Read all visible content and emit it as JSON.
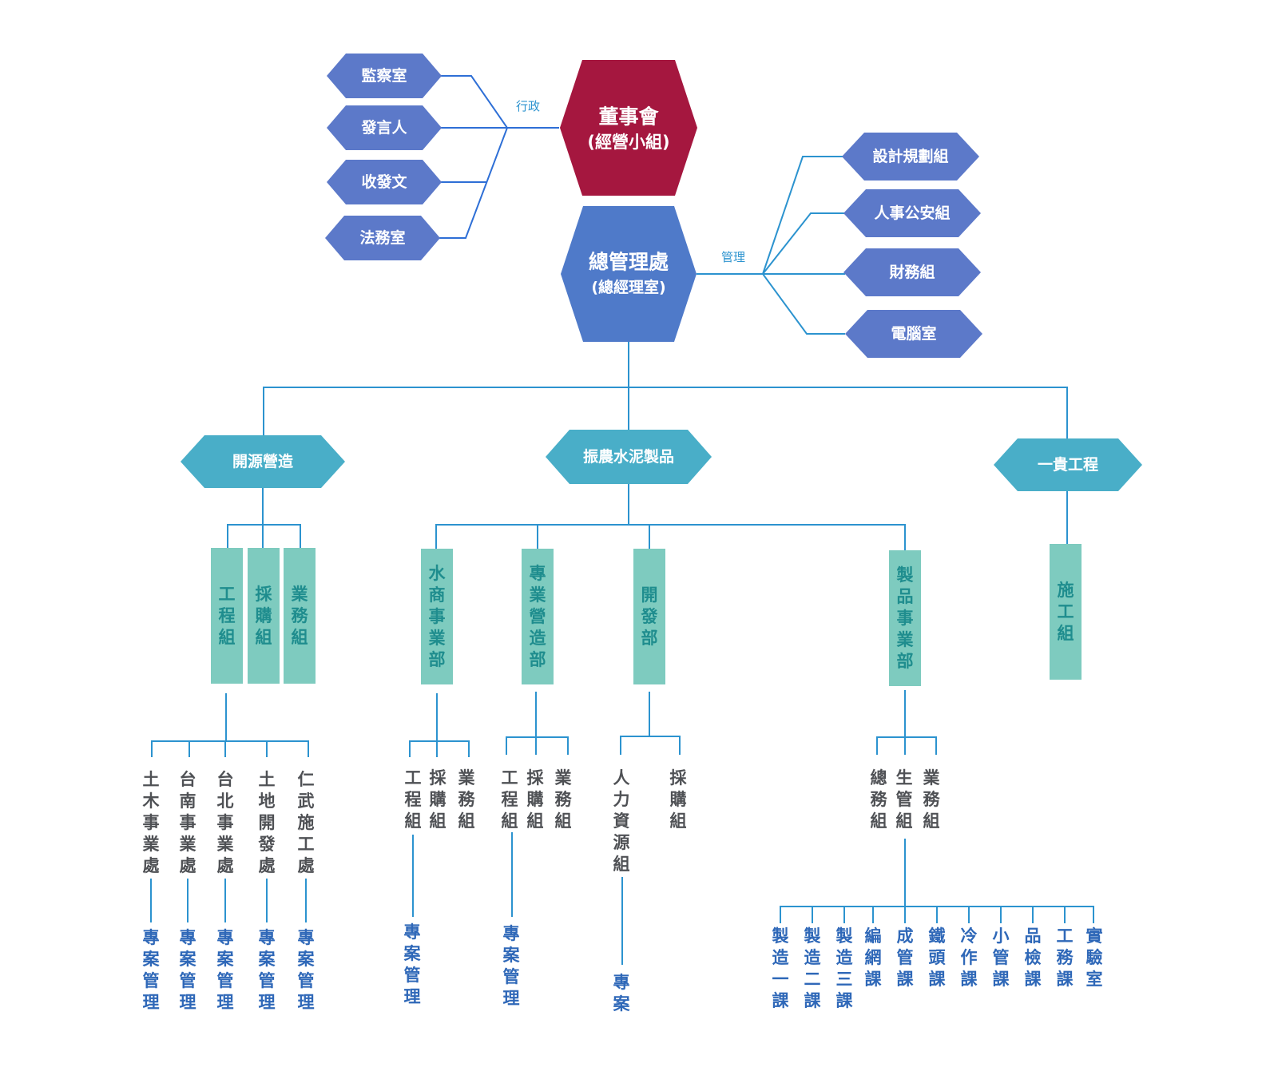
{
  "colors": {
    "board": "#a5173f",
    "mgmt": "#4f7ac9",
    "side": "#5c79c9",
    "company": "#49aec8",
    "dept": "#7ecbbf",
    "line": "#2c93cf",
    "line_left": "#2e6fd6",
    "text_gray": "#4f5155",
    "text_blue": "#2f68b8",
    "text_teal": "#1f8d8e"
  },
  "board": {
    "title": "董事會",
    "sub": "(經營小組)"
  },
  "management": {
    "title": "總管理處",
    "sub": "(總經理室)"
  },
  "connector_labels": {
    "admin": "行政",
    "manage": "管理"
  },
  "admin_units": [
    "監察室",
    "發言人",
    "收發文",
    "法務室"
  ],
  "manage_units": [
    "設計規劃組",
    "人事公安組",
    "財務組",
    "電腦室"
  ],
  "companies": [
    "開源營造",
    "振農水泥製品",
    "一貴工程"
  ],
  "departments": {
    "kaiyuan": [
      "工程組",
      "採購組",
      "業務組"
    ],
    "zhennong": [
      "水商事業部",
      "專業營造部",
      "開發部",
      "製品事業部"
    ],
    "yigui": [
      "施工組"
    ]
  },
  "level3": {
    "kaiyuan": [
      "土木事業處",
      "台南事業處",
      "台北事業處",
      "土地開發處",
      "仁武施工處"
    ],
    "water": [
      "工程組",
      "採購組",
      "業務組"
    ],
    "construction": [
      "工程組",
      "採購組",
      "業務組"
    ],
    "develop": [
      "人力資源組",
      "採購組"
    ],
    "product": [
      "總務組",
      "生管組",
      "業務組"
    ]
  },
  "level4": {
    "kaiyuan": [
      "專案管理",
      "專案管理",
      "專案管理",
      "專案管理",
      "專案管理"
    ],
    "water": "專案管理",
    "construction": "專案管理",
    "develop": "專案",
    "product": [
      "製造一課",
      "製造二課",
      "製造三課",
      "編網課",
      "成管課",
      "鐵頭課",
      "冷作課",
      "小管課",
      "品檢課",
      "工務課",
      "實驗室"
    ]
  }
}
